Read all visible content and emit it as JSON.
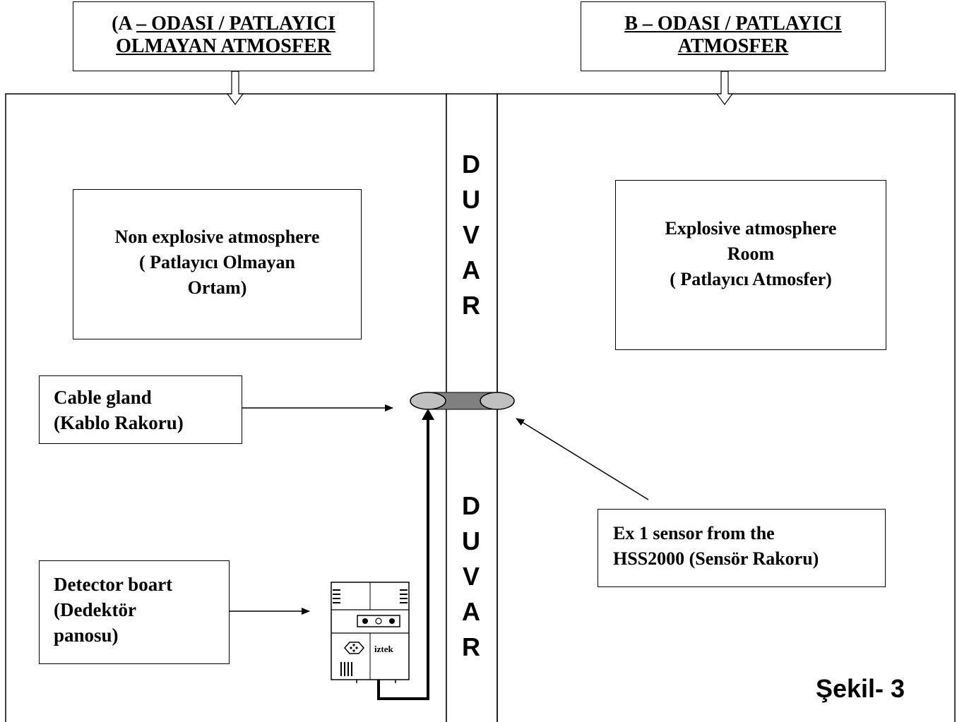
{
  "header_left": {
    "prefix": "(A ",
    "underlined": "– ODASI / PATLAYICI",
    "line2": "OLMAYAN ATMOSFER"
  },
  "header_right": {
    "line1": "B – ODASI / PATLAYICI",
    "line2": "ATMOSFER"
  },
  "wall_label": "DUVAR",
  "wall_letters_top": [
    "D",
    "U",
    "V",
    "A",
    "R"
  ],
  "wall_letters_bottom": [
    "D",
    "U",
    "V",
    "A",
    "R"
  ],
  "room_a": {
    "line1": "Non explosive atmosphere",
    "line2": "( Patlayıcı Olmayan",
    "line3": "Ortam)"
  },
  "room_b": {
    "line1": "Explosive atmosphere",
    "line2": "Room",
    "line3": "( Patlayıcı  Atmosfer)"
  },
  "cable_gland": {
    "line1": "Cable gland",
    "line2": "(Kablo Rakoru)"
  },
  "detector": {
    "line1": "Detector boart",
    "line2": "(Dedektör",
    "line3": "panosu)"
  },
  "sensor": {
    "line1": "Ex 1 sensor from the",
    "line2": "HSS2000 (Sensör Rakoru)"
  },
  "device_brand": "iztek",
  "figure_label": "Şekil- 3",
  "colors": {
    "line": "#000000",
    "gland_fill": "#c0c0c0",
    "pipe_fill": "#808080"
  }
}
